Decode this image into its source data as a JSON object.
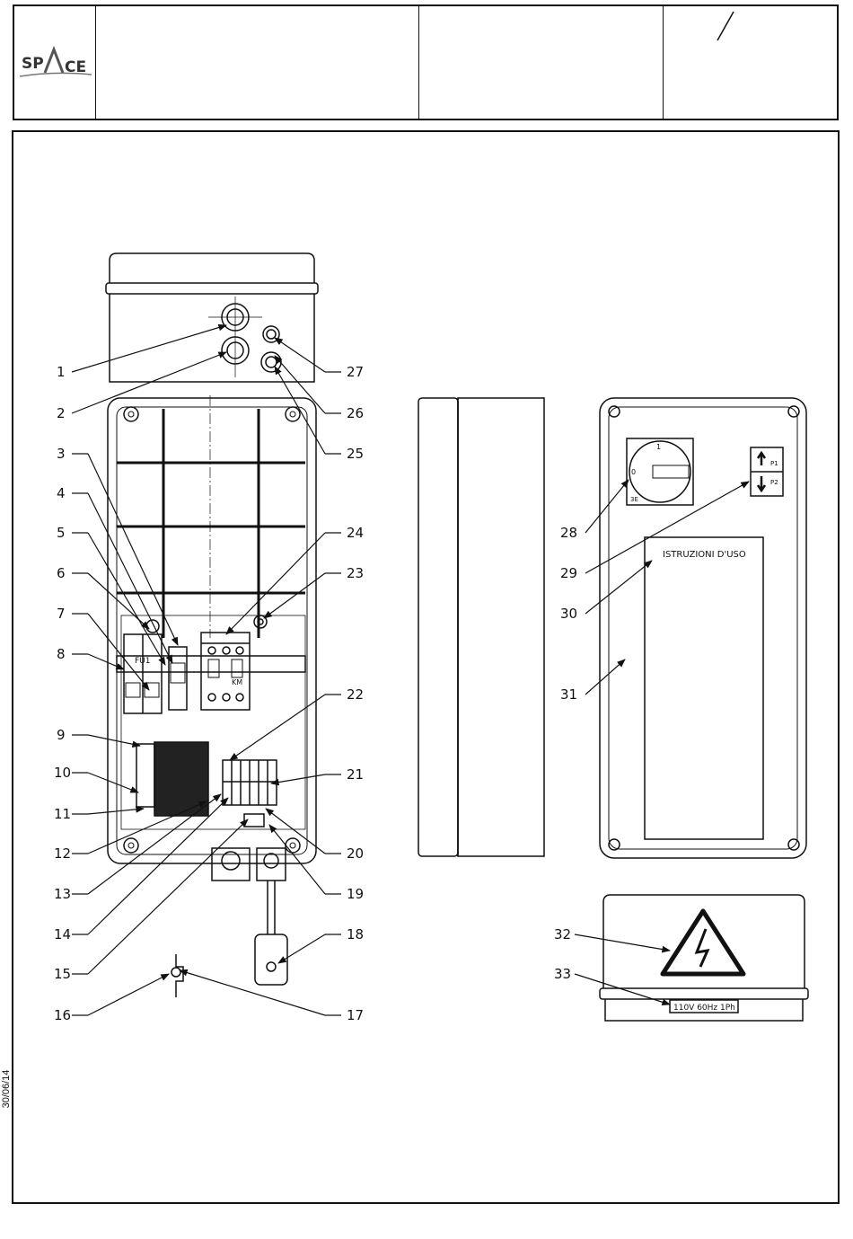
{
  "logo": {
    "text_left": "SP",
    "text_right": "CE",
    "brand": "SPACE"
  },
  "header": {
    "cell3_mark": "/"
  },
  "side_date": "30/06/14",
  "labels": {
    "fu1": "FU1",
    "km": "KM",
    "instructions_title": "ISTRUZIONI D'USO",
    "voltage": "110V 60Hz 1Ph",
    "p1": "P1",
    "p2": "P2",
    "switch_top": "1",
    "switch_left": "0",
    "switch_bottom": "3E"
  },
  "callouts": [
    "1",
    "2",
    "3",
    "4",
    "5",
    "6",
    "7",
    "8",
    "9",
    "10",
    "11",
    "12",
    "13",
    "14",
    "15",
    "16",
    "17",
    "18",
    "19",
    "20",
    "21",
    "22",
    "23",
    "24",
    "25",
    "26",
    "27",
    "28",
    "29",
    "30",
    "31",
    "32",
    "33"
  ]
}
